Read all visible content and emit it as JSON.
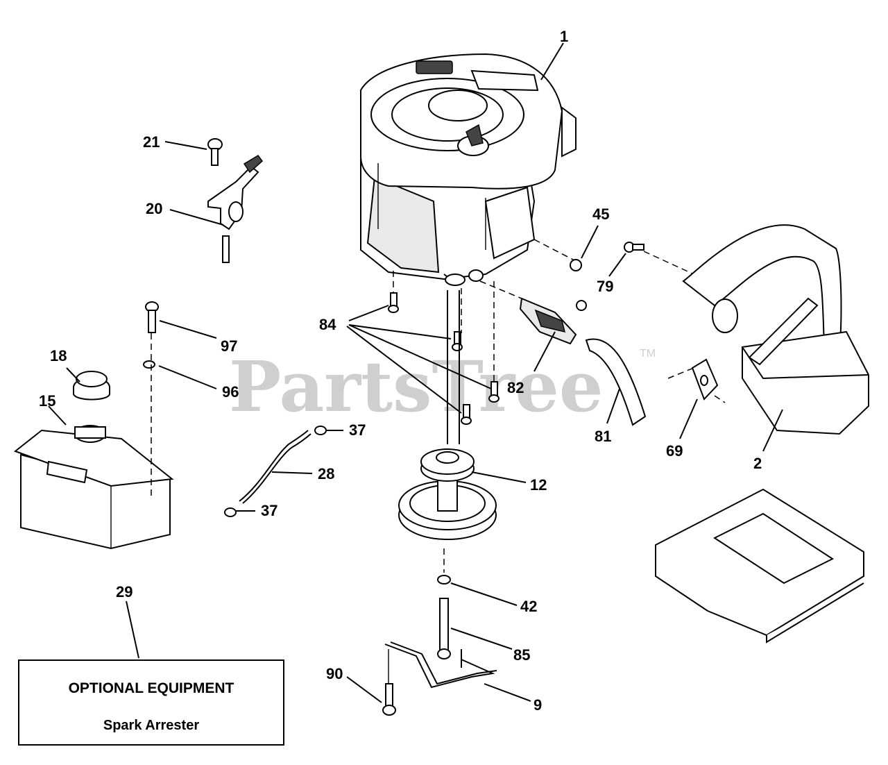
{
  "watermark": {
    "text": "PartsTree",
    "trademark": "TM"
  },
  "optional_equipment": {
    "title": "OPTIONAL EQUIPMENT",
    "item": "Spark Arrester"
  },
  "callouts": {
    "c1": "1",
    "c2": "2",
    "c9": "9",
    "c12": "12",
    "c15": "15",
    "c18": "18",
    "c20": "20",
    "c21": "21",
    "c28": "28",
    "c29": "29",
    "c37a": "37",
    "c37b": "37",
    "c42": "42",
    "c45": "45",
    "c69": "69",
    "c79": "79",
    "c81": "81",
    "c82": "82",
    "c84": "84",
    "c85": "85",
    "c90": "90",
    "c96": "96",
    "c97": "97"
  }
}
